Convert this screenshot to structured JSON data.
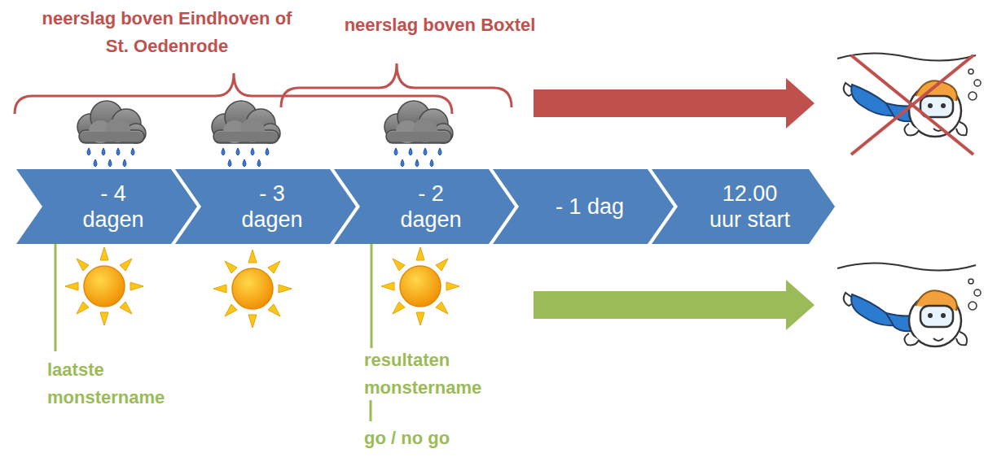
{
  "diagram": {
    "nodes": [
      {
        "text": [
          "- 4 dagen"
        ]
      },
      {
        "text": [
          "- 3 dagen"
        ]
      },
      {
        "text": [
          "- 2 dagen"
        ]
      },
      {
        "text": [
          "- 1 dag"
        ]
      },
      {
        "text": [
          "12.00 uur start"
        ]
      }
    ],
    "labels": [
      "neerslag boven Eindhoven of St. Oedenrode",
      "neerslag boven Boxtel",
      "laatste monstername",
      "resultaten monstername",
      "go / no go"
    ]
  }
}
